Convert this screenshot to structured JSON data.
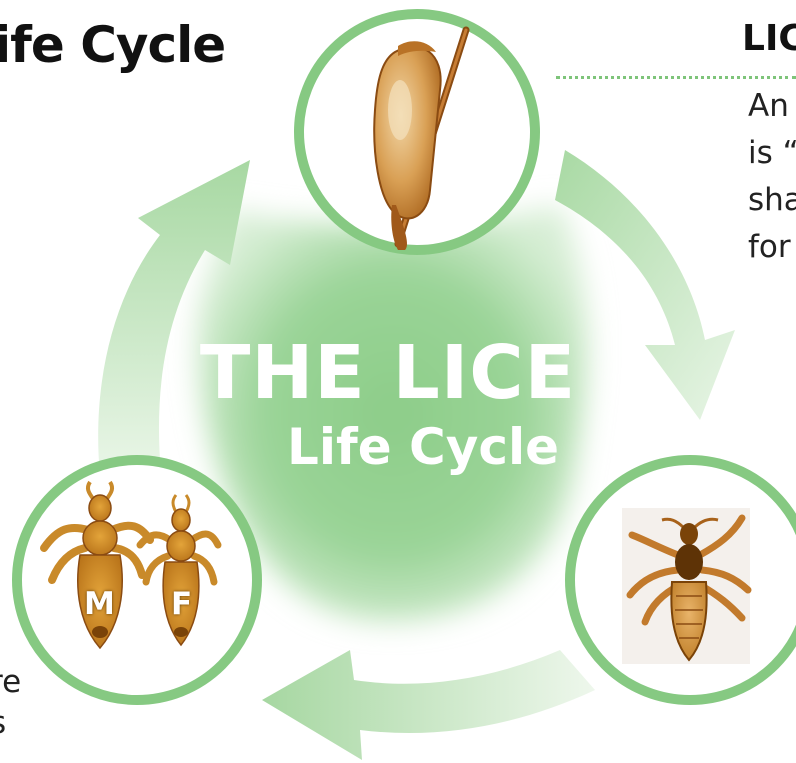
{
  "header": {
    "title": "ife Cycle",
    "side_heading": "LIC"
  },
  "side_text": {
    "lines": [
      "An",
      "is “",
      "sha",
      "for"
    ]
  },
  "left_text": {
    "lines": [
      "re",
      "s"
    ]
  },
  "center": {
    "line1": "THE LICE",
    "line2": "Life Cycle"
  },
  "stages": {
    "top": {
      "icon": "nit-egg-on-hair"
    },
    "right": {
      "icon": "adult-louse"
    },
    "left": {
      "icon": "male-and-female-lice",
      "male_label": "M",
      "female_label": "F"
    }
  },
  "colors": {
    "ring": "#86c982",
    "blob": "#8fce8b",
    "arrow": "#a8d9a3",
    "louse": "#c98a2a",
    "louse_dark": "#7a4308",
    "rule": "#7ec47a"
  }
}
